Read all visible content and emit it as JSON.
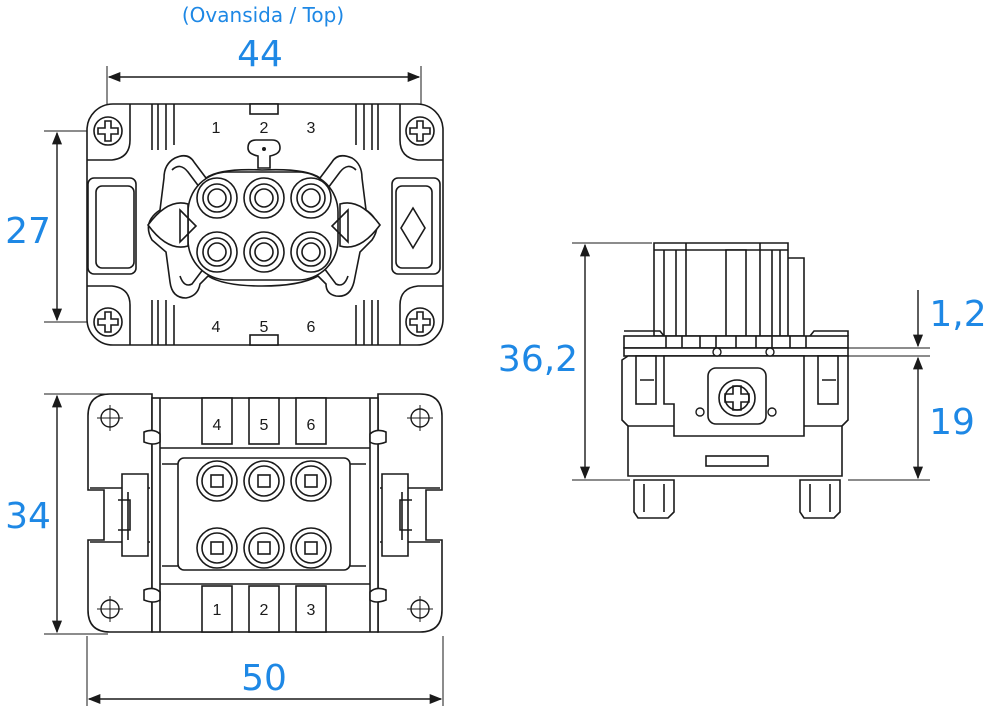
{
  "top_view_label": "(Ovansida / Top)",
  "dimensions": {
    "top_width": "44",
    "top_height": "27",
    "bottom_height": "34",
    "bottom_width": "50",
    "side_height": "36,2",
    "side_flange": "1,2",
    "side_lower": "19"
  },
  "pins_top": [
    "1",
    "2",
    "3",
    "4",
    "5",
    "6"
  ],
  "pins_bottom_upper": [
    "4",
    "5",
    "6"
  ],
  "pins_bottom_lower": [
    "1",
    "2",
    "3"
  ]
}
